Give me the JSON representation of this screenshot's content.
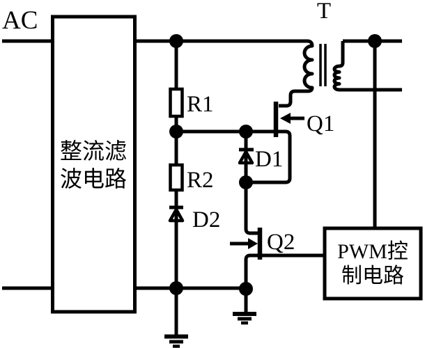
{
  "diagram": {
    "type": "circuit-schematic",
    "labels": {
      "ac": "AC",
      "transformer": "T",
      "r1": "R1",
      "r2": "R2",
      "d1": "D1",
      "d2": "D2",
      "q1": "Q1",
      "q2": "Q2"
    },
    "blocks": {
      "rectifier_line1": "整流滤",
      "rectifier_line2": "波电路",
      "pwm_line1": "PWM控",
      "pwm_line2": "制电路"
    },
    "colors": {
      "ink": "#000000",
      "background": "#ffffff"
    }
  }
}
